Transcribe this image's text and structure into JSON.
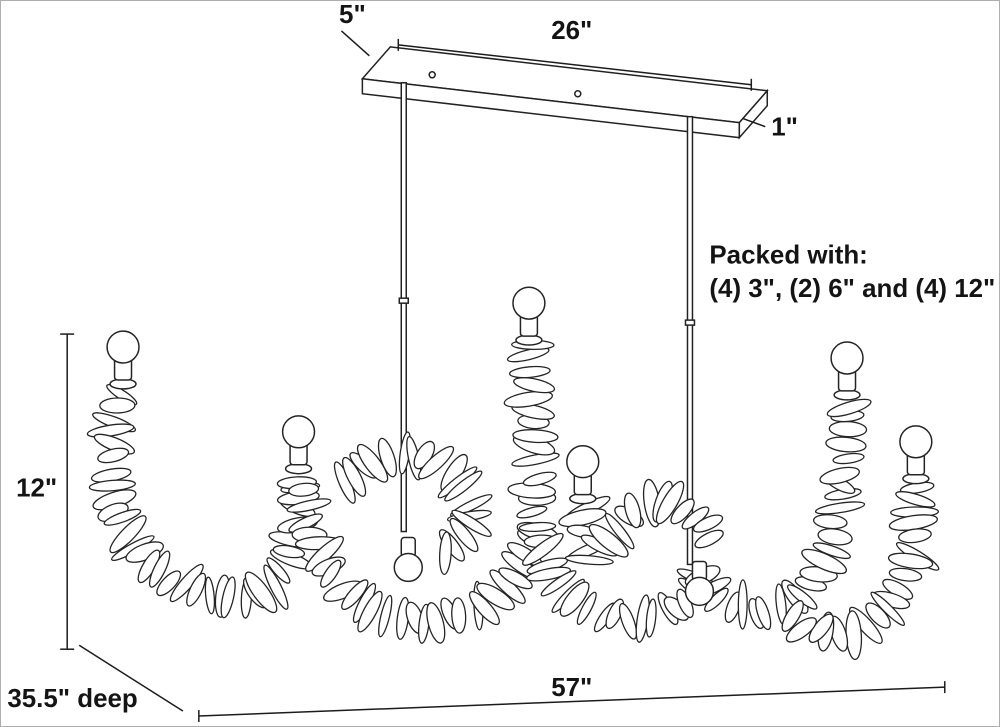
{
  "diagram": {
    "title": "chandelier dimension diagram",
    "dims": {
      "canopy_depth": "5\"",
      "canopy_width": "26\"",
      "canopy_height": "1\"",
      "body_height": "12\"",
      "fixture_depth": "35.5\" deep",
      "fixture_width": "57\""
    },
    "packed": {
      "line1": "Packed with:",
      "line2": "(4) 3\", (2) 6\" and (4) 12\""
    },
    "colors": {
      "line": "#222222",
      "background": "#ffffff",
      "text": "#141414"
    }
  }
}
